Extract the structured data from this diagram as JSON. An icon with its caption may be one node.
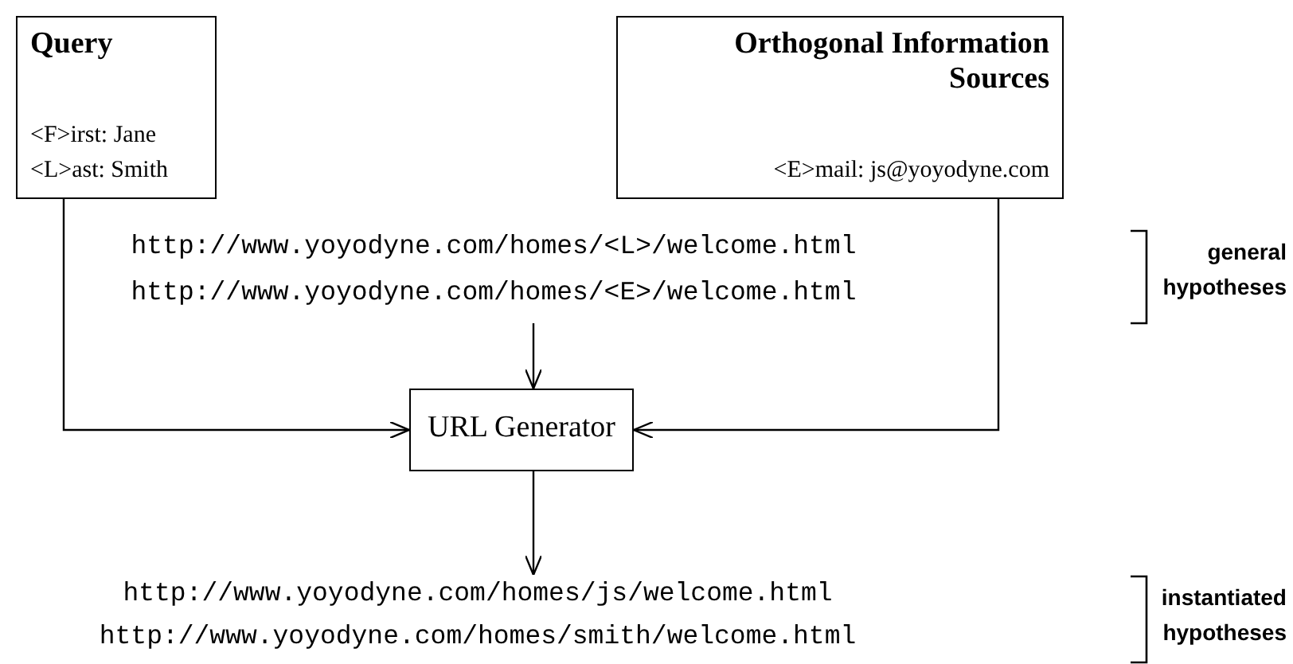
{
  "diagram": {
    "nodes": [
      {
        "text": [
          "Query",
          "<F>irst: Jane",
          "<L>ast: Smith"
        ]
      },
      {
        "text": [
          "Orthogonal Information Sources",
          "<E>mail: js@yoyodyne.com"
        ]
      },
      {
        "text": [
          "http://www.yoyodyne.com/homes/<L>/welcome.html",
          "http://www.yoyodyne.com/homes/<E>/welcome.html"
        ]
      },
      {
        "text": [
          "URL Generator"
        ]
      },
      {
        "text": [
          "http://www.yoyodyne.com/homes/js/welcome.html",
          "http://www.yoyodyne.com/homes/smith/welcome.html"
        ]
      }
    ],
    "edges": [
      {
        "from": 0,
        "to": 3,
        "arrow": "to"
      },
      {
        "from": 1,
        "to": 3,
        "arrow": "to"
      },
      {
        "from": 2,
        "to": 3,
        "arrow": "to"
      },
      {
        "from": 3,
        "to": 4,
        "arrow": "to"
      }
    ],
    "labels": [
      "general hypotheses",
      "instantiated hypotheses"
    ]
  }
}
